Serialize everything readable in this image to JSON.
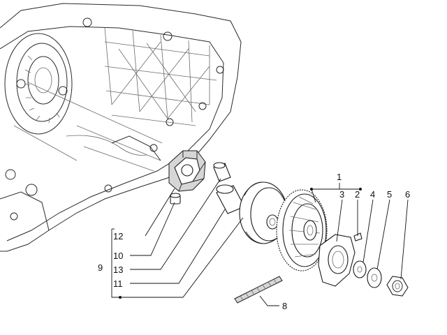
{
  "diagram": {
    "callouts": {
      "c1": "1",
      "c2": "2",
      "c3": "3",
      "c4": "4",
      "c5": "5",
      "c6": "6",
      "c8": "8",
      "c9": "9",
      "c10": "10",
      "c11": "11",
      "c12": "12",
      "c13": "13"
    },
    "colors": {
      "line": "#1a1a1a",
      "background": "#ffffff",
      "shade": "#d6d6d6"
    }
  }
}
